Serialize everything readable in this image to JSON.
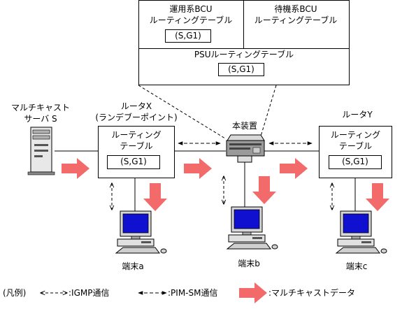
{
  "top_box": {
    "active_bcu_line1": "運用系BCU",
    "active_bcu_line2": "ルーティングテーブル",
    "standby_bcu_line1": "待機系BCU",
    "standby_bcu_line2": "ルーティングテーブル",
    "psu_title": "PSUルーティングテーブル",
    "active_entry": "(S,G1)",
    "psu_entry": "(S,G1)"
  },
  "server": {
    "label_line1": "マルチキャスト",
    "label_line2": "サーバ S"
  },
  "router_x": {
    "name_line1": "ルータX",
    "name_line2": "(ランデブーポイント)",
    "table_line1": "ルーティング",
    "table_line2": "テーブル",
    "entry": "(S,G1)"
  },
  "device": {
    "label": "本装置"
  },
  "router_y": {
    "name": "ルータY",
    "table_line1": "ルーティング",
    "table_line2": "テーブル",
    "entry": "(S,G1)"
  },
  "terminals": {
    "a": "端末a",
    "b": "端末b",
    "c": "端末c"
  },
  "legend": {
    "title": "(凡例)",
    "igmp": ":IGMP通信",
    "pim": ":PIM-SM通信",
    "multicast": ":マルチキャストデータ"
  },
  "colors": {
    "arrow": "#f26a6a",
    "screen": "#1010d0",
    "line": "#000000"
  }
}
